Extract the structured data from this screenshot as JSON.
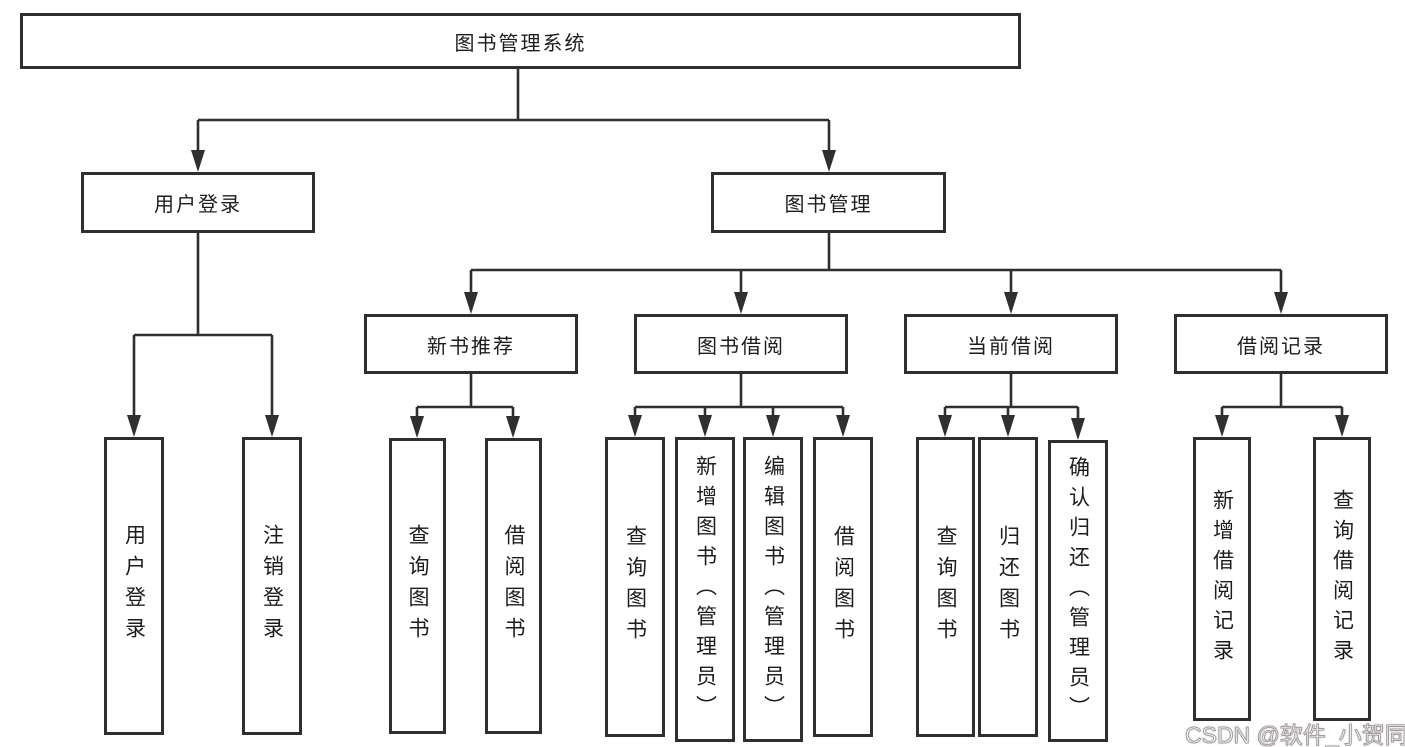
{
  "colors": {
    "line": "#2f2f2f",
    "box_border": "#2f2f2f",
    "box_fill": "#ffffff",
    "text": "#1d1d1d",
    "watermark_stroke": "#a39c9c"
  },
  "watermark": {
    "text": "CSDN @软件_小贺同学"
  },
  "diagram": {
    "root": {
      "label": "图书管理系统"
    },
    "branches": [
      {
        "label": "用户登录",
        "children": [
          {
            "label": "用户登录"
          },
          {
            "label": "注销登录"
          }
        ]
      },
      {
        "label": "图书管理",
        "children": [
          {
            "label": "新书推荐",
            "children": [
              {
                "label": "查询图书"
              },
              {
                "label": "借阅图书"
              }
            ]
          },
          {
            "label": "图书借阅",
            "children": [
              {
                "label": "查询图书"
              },
              {
                "label": "新增图书（管理员）"
              },
              {
                "label": "编辑图书（管理员）"
              },
              {
                "label": "借阅图书"
              }
            ]
          },
          {
            "label": "当前借阅",
            "children": [
              {
                "label": "查询图书"
              },
              {
                "label": "归还图书"
              },
              {
                "label": "确认归还（管理员）"
              }
            ]
          },
          {
            "label": "借阅记录",
            "children": [
              {
                "label": "新增借阅记录"
              },
              {
                "label": "查询借阅记录"
              }
            ]
          }
        ]
      }
    ]
  }
}
